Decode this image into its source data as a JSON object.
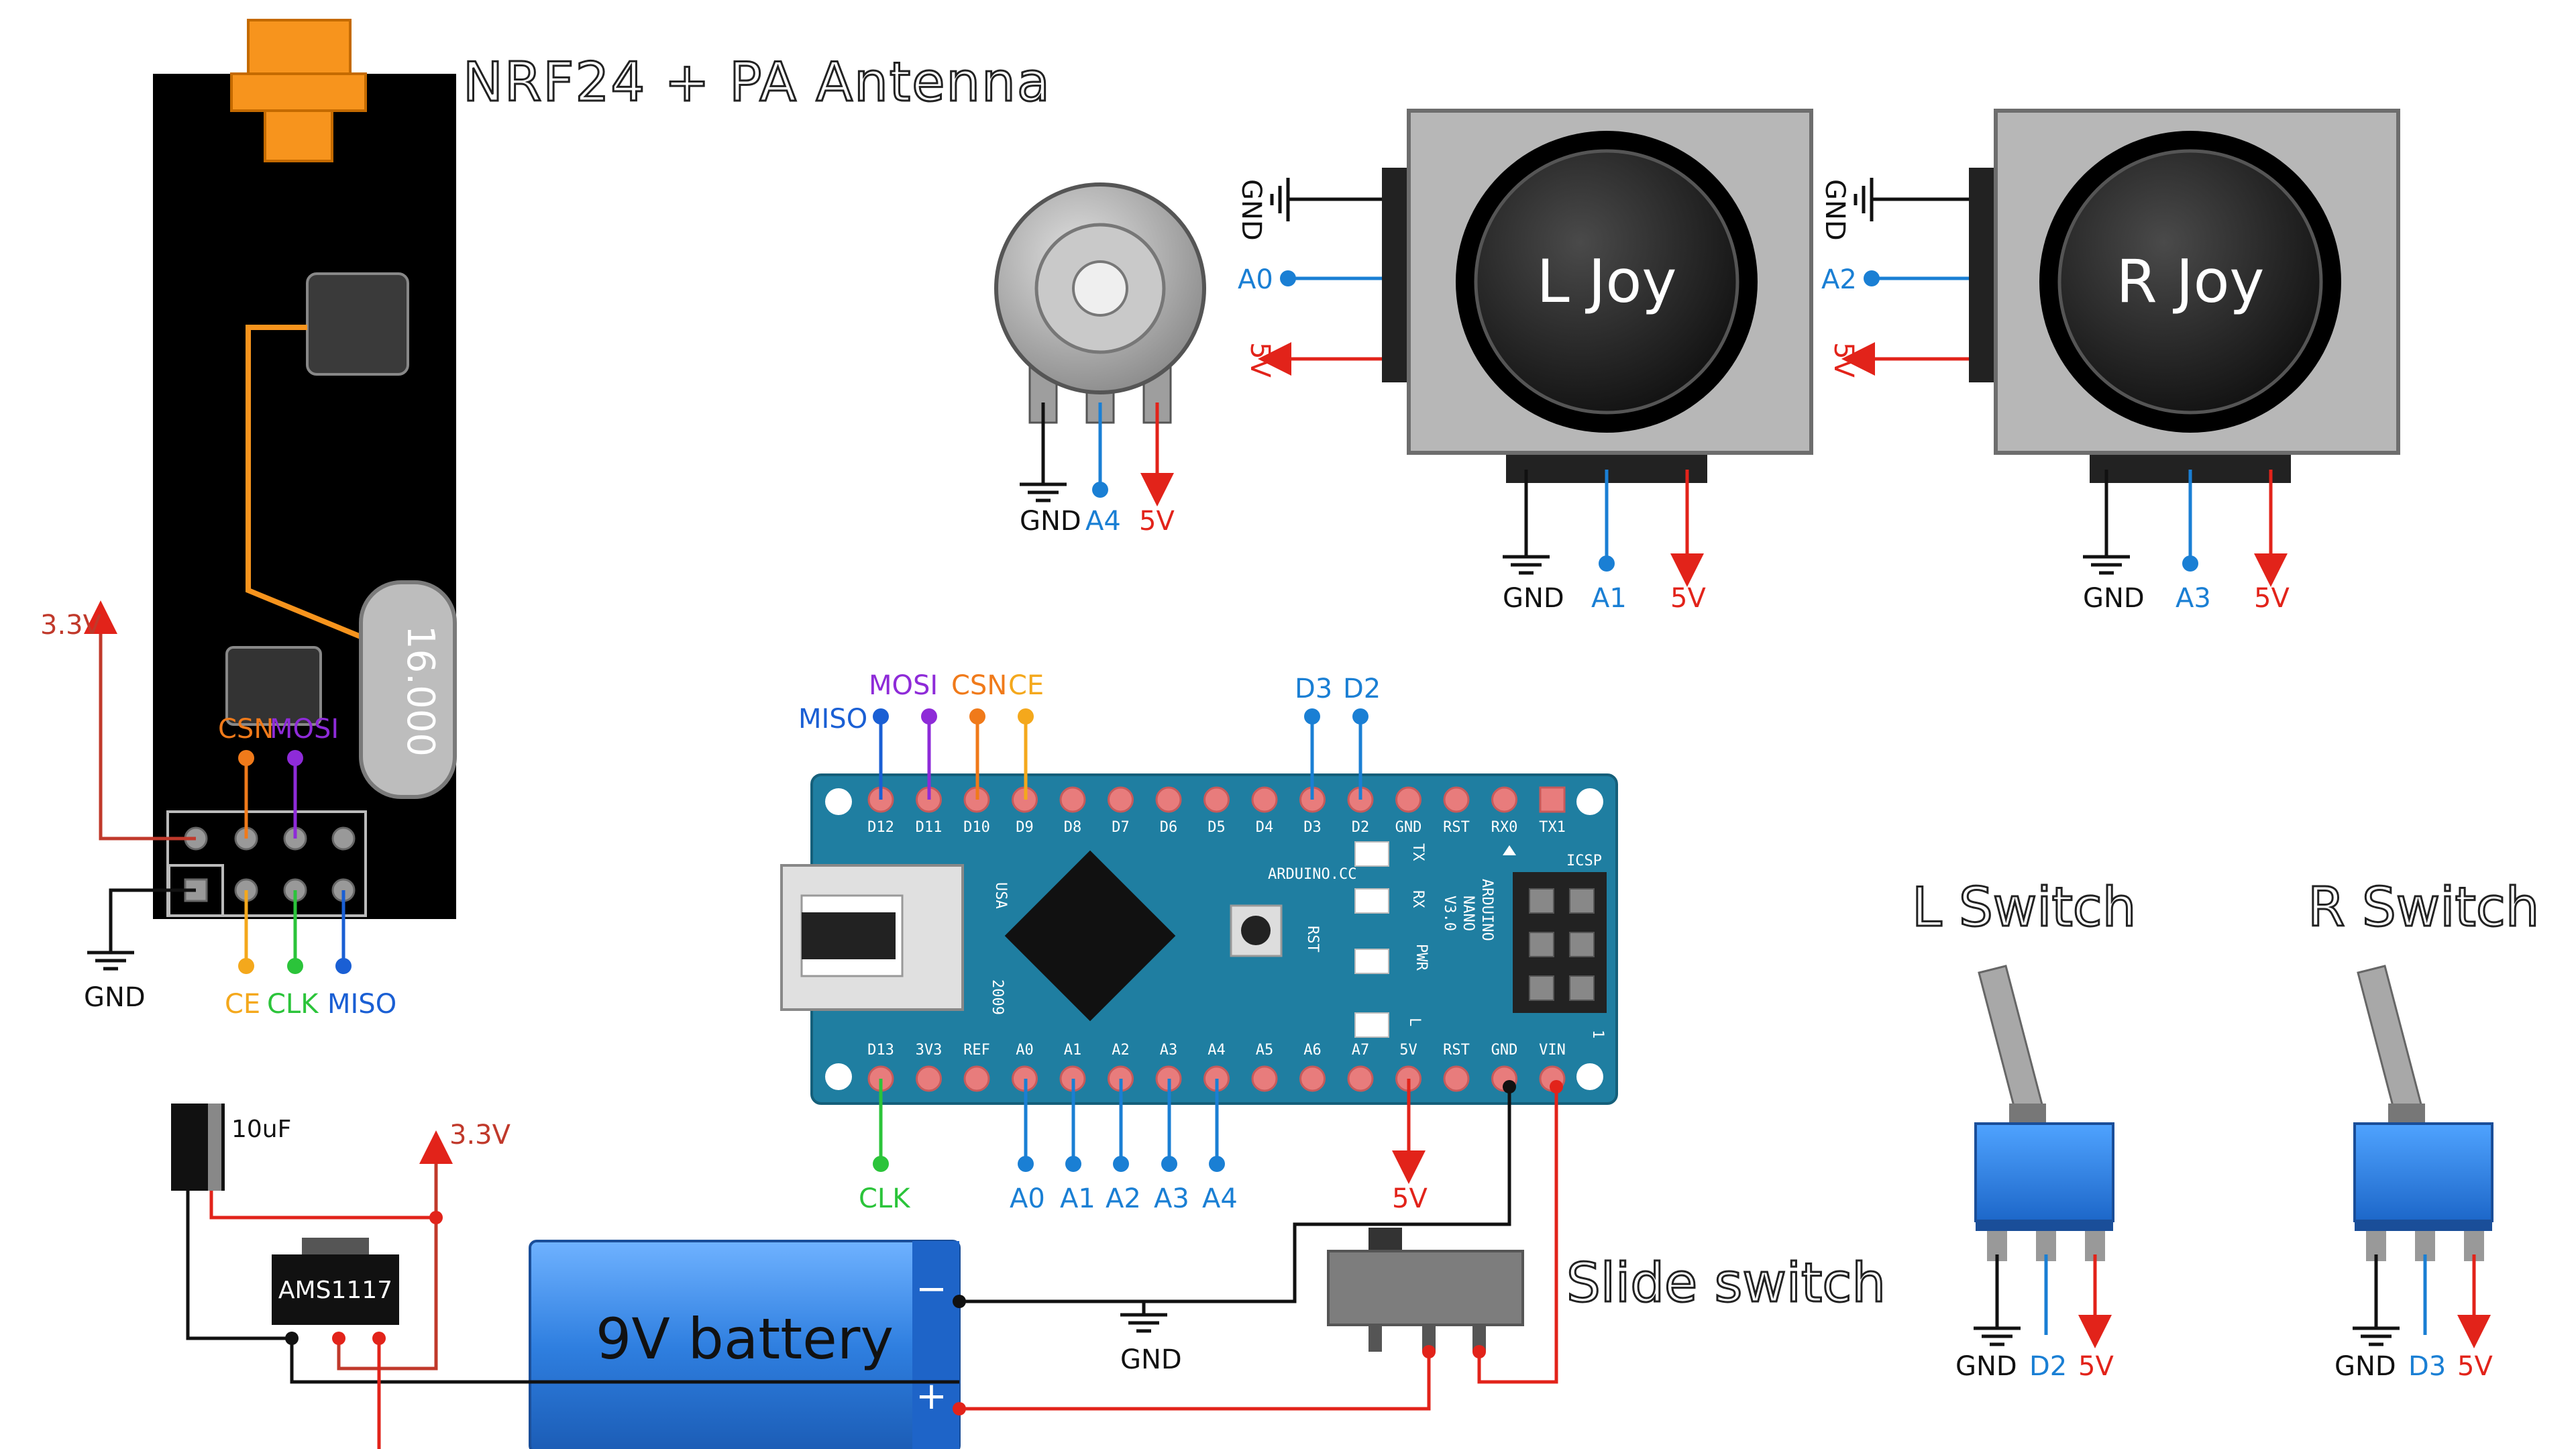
{
  "colors": {
    "ground": "#111111",
    "power_5v": "#e2231a",
    "power_3v3": "#c0392b",
    "analog": "#1a7fd4",
    "mosi": "#8e2bd8",
    "csn": "#f07a1a",
    "ce": "#f4a81c",
    "clk": "#2bc43a",
    "miso": "#1a5fd4",
    "board_blue": "#1f7ea1",
    "battery_blue": "#2f7fe0",
    "antenna_orange": "#f7941d"
  },
  "titles": {
    "nrf": "NRF24 + PA Antenna",
    "left_joy": "L Joy",
    "right_joy": "R Joy",
    "left_switch": "L Switch",
    "right_switch": "R Switch",
    "slide_switch": "Slide switch",
    "battery": "9V battery",
    "regulator": "AMS1117",
    "capacitor": "10uF",
    "crystal": "16.000"
  },
  "battery_terminals": {
    "neg": "−",
    "pos": "+"
  },
  "labels": {
    "gnd": "GND",
    "v5": "5V",
    "v33": "3.3V",
    "a0": "A0",
    "a1": "A1",
    "a2": "A2",
    "a3": "A3",
    "a4": "A4",
    "d2": "D2",
    "d3": "D3",
    "miso": "MISO",
    "mosi": "MOSI",
    "csn": "CSN",
    "ce": "CE",
    "clk": "CLK"
  },
  "nano": {
    "top_pins": [
      "D12",
      "D11",
      "D10",
      "D9",
      "D8",
      "D7",
      "D6",
      "D5",
      "D4",
      "D3",
      "D2",
      "GND",
      "RST",
      "RX0",
      "TX1"
    ],
    "bottom_pins": [
      "D13",
      "3V3",
      "REF",
      "A0",
      "A1",
      "A2",
      "A3",
      "A4",
      "A5",
      "A6",
      "A7",
      "5V",
      "RST",
      "GND",
      "VIN"
    ],
    "name_lines": [
      "ARDUINO",
      "NANO",
      "V3.0"
    ],
    "brand": "ARDUINO.CC",
    "usa": "USA",
    "year": "2009",
    "icsp": "ICSP",
    "rst": "RST",
    "leds": [
      "TX",
      "RX",
      "PWR",
      "L"
    ],
    "one": "1"
  }
}
